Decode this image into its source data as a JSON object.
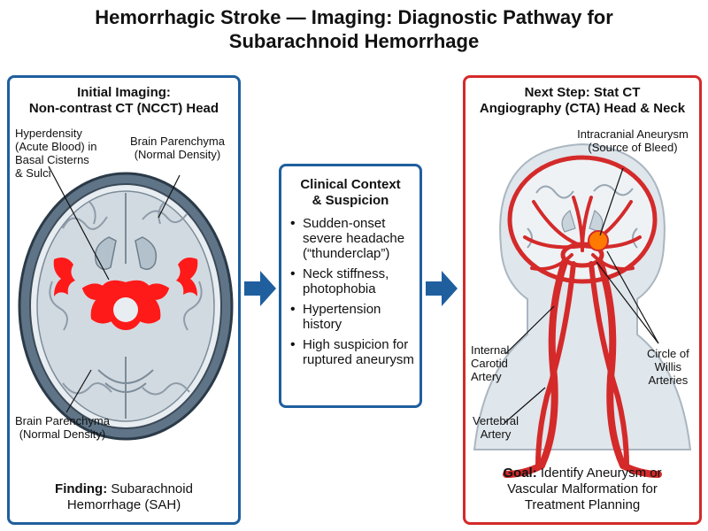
{
  "title": {
    "line1": "Hemorrhagic Stroke — Imaging: Diagnostic Pathway for",
    "line2": "Subarachnoid Hemorrhage"
  },
  "left_panel": {
    "title_line1": "Initial Imaging:",
    "title_line2": "Non-contrast CT (NCCT) Head",
    "label_hyperdensity": [
      "Hyperdensity",
      "(Acute Blood) in",
      "Basal Cisterns",
      "& Sulci"
    ],
    "label_parenchyma_top": [
      "Brain Parenchyma",
      "(Normal Density)"
    ],
    "label_parenchyma_bottom": [
      "Brain Parenchyma",
      "(Normal Density)"
    ],
    "finding_label": "Finding:",
    "finding_text_line1": "Subarachnoid",
    "finding_text_line2": "Hemorrhage (SAH)"
  },
  "middle_panel": {
    "title_line1": "Clinical Context",
    "title_line2": "& Suspicion",
    "items": [
      "Sudden-onset severe headache (“thunderclap”)",
      "Neck stiffness, photophobia",
      "Hypertension history",
      "High suspicion for ruptured aneurysm"
    ]
  },
  "right_panel": {
    "title_line1": "Next Step: Stat CT",
    "title_line2": "Angiography (CTA) Head & Neck",
    "label_aneurysm": [
      "Intracranial Aneurysm",
      "(Source of Bleed)"
    ],
    "label_ica": [
      "Internal",
      "Carotid",
      "Artery"
    ],
    "label_willis": [
      "Circle of",
      "Willis",
      "Arteries"
    ],
    "label_vertebral": [
      "Vertebral",
      "Artery"
    ],
    "goal_label": "Goal:",
    "goal_line1": "Identify Aneurysm or",
    "goal_line2": "Vascular Malformation for",
    "goal_line3": "Treatment Planning"
  },
  "colors": {
    "blue_border": "#1f5f9e",
    "red_border": "#d42a2a",
    "blood": "#ff1a1a",
    "aneurysm": "#ff7a00",
    "arrow": "#1f5f9e"
  }
}
